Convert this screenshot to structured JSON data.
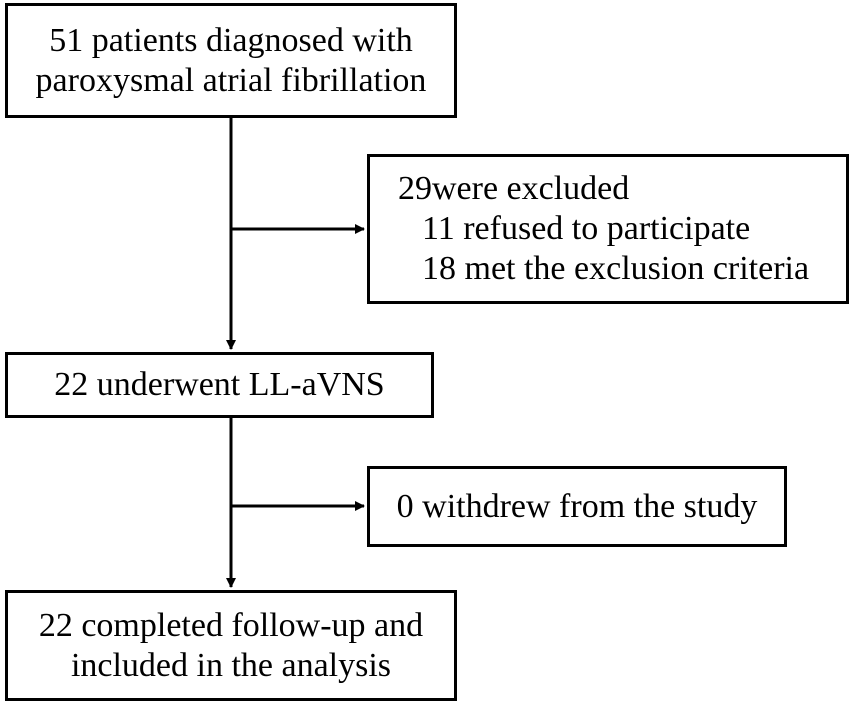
{
  "boxes": {
    "enrolled": {
      "line1": "51 patients diagnosed with",
      "line2": "paroxysmal atrial fibrillation"
    },
    "excluded": {
      "title": "29were excluded",
      "items": [
        "11 refused to participate",
        "18 met the exclusion criteria"
      ]
    },
    "treated": {
      "text": "22 underwent LL-aVNS"
    },
    "withdrew": {
      "text": "0 withdrew from the study"
    },
    "analyzed": {
      "line1": "22 completed follow-up and",
      "line2": "included in the analysis"
    }
  },
  "colors": {
    "stroke": "#000000",
    "background": "#ffffff"
  }
}
